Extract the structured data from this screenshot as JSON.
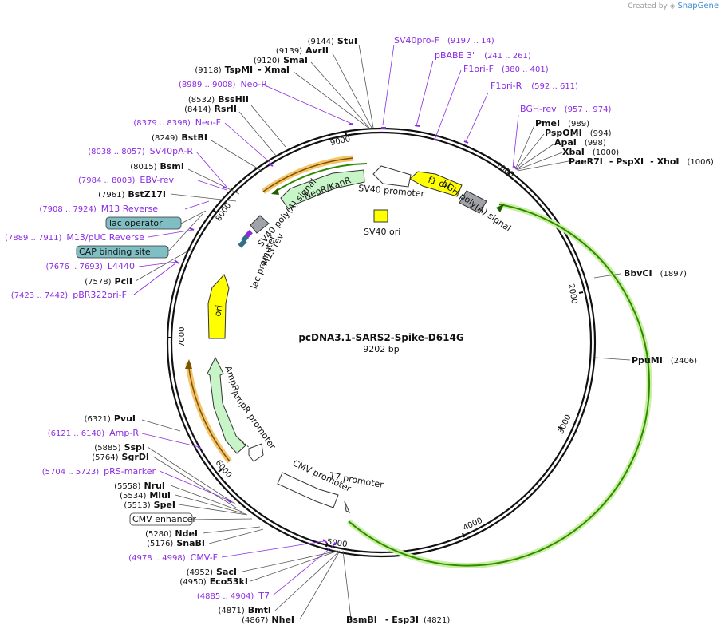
{
  "credit": {
    "prefix": "Created by",
    "brand": "SnapGene"
  },
  "plasmid": {
    "name": "pcDNA3.1-SARS2-Spike-D614G",
    "size_label": "9202 bp"
  },
  "ticks": [
    "1000",
    "2000",
    "3000",
    "4000",
    "5000",
    "6000",
    "7000",
    "8000",
    "9000"
  ],
  "enzymes": [
    {
      "name": "StuI",
      "pos": "(9144)"
    },
    {
      "name": "AvrII",
      "pos": "(9139)"
    },
    {
      "name": "SmaI",
      "pos": "(9120)"
    },
    {
      "name": "TspMI",
      "name2": "XmaI",
      "pos": "(9118)"
    },
    {
      "name": "BssHII",
      "pos": "(8532)"
    },
    {
      "name": "RsrII",
      "pos": "(8414)"
    },
    {
      "name": "BstBI",
      "pos": "(8249)"
    },
    {
      "name": "BsmI",
      "pos": "(8015)"
    },
    {
      "name": "BstZ17I",
      "pos": "(7961)"
    },
    {
      "name": "PciI",
      "pos": "(7578)"
    },
    {
      "name": "PvuI",
      "pos": "(6321)"
    },
    {
      "name": "SspI",
      "pos": "(5885)"
    },
    {
      "name": "SgrDI",
      "pos": "(5764)"
    },
    {
      "name": "NruI",
      "pos": "(5558)"
    },
    {
      "name": "MluI",
      "pos": "(5534)"
    },
    {
      "name": "SpeI",
      "pos": "(5513)"
    },
    {
      "name": "NdeI",
      "pos": "(5280)"
    },
    {
      "name": "SnaBI",
      "pos": "(5176)"
    },
    {
      "name": "SacI",
      "pos": "(4952)"
    },
    {
      "name": "Eco53kI",
      "pos": "(4950)"
    },
    {
      "name": "BmtI",
      "pos": "(4871)"
    },
    {
      "name": "NheI",
      "pos": "(4867)"
    },
    {
      "name": "BsmBI",
      "name2": "Esp3I",
      "pos": "(4821)"
    },
    {
      "name": "PmeI",
      "pos": "(989)"
    },
    {
      "name": "PspOMI",
      "pos": "(994)"
    },
    {
      "name": "ApaI",
      "pos": "(998)"
    },
    {
      "name": "XbaI",
      "pos": "(1000)"
    },
    {
      "name": "PaeR7I",
      "name2": "PspXI",
      "name3": "XhoI",
      "pos": "(1006)"
    },
    {
      "name": "BbvCI",
      "pos": "(1897)"
    },
    {
      "name": "PpuMI",
      "pos": "(2406)"
    }
  ],
  "primers": [
    {
      "name": "SV40pro-F",
      "pos": "(9197 .. 14)"
    },
    {
      "name": "pBABE 3'",
      "pos": "(241 .. 261)"
    },
    {
      "name": "F1ori-F",
      "pos": "(380 .. 401)"
    },
    {
      "name": "F1ori-R",
      "pos": "(592 .. 611)"
    },
    {
      "name": "BGH-rev",
      "pos": "(957 .. 974)"
    },
    {
      "name": "Neo-R",
      "pos": "(8989 .. 9008)"
    },
    {
      "name": "Neo-F",
      "pos": "(8379 .. 8398)"
    },
    {
      "name": "SV40pA-R",
      "pos": "(8038 .. 8057)"
    },
    {
      "name": "EBV-rev",
      "pos": "(7984 .. 8003)"
    },
    {
      "name": "M13 Reverse",
      "pos": "(7908 .. 7924)"
    },
    {
      "name": "M13/pUC Reverse",
      "pos": "(7889 .. 7911)"
    },
    {
      "name": "L4440",
      "pos": "(7676 .. 7693)"
    },
    {
      "name": "pBR322ori-F",
      "pos": "(7423 .. 7442)"
    },
    {
      "name": "Amp-R",
      "pos": "(6121 .. 6140)"
    },
    {
      "name": "pRS-marker",
      "pos": "(5704 .. 5723)"
    },
    {
      "name": "CMV-F",
      "pos": "(4978 .. 4998)"
    },
    {
      "name": "T7",
      "pos": "(4885 .. 4904)"
    }
  ],
  "boxed_features": [
    "lac operator",
    "CAP binding site",
    "CMV enhancer"
  ],
  "features": [
    "f1 ori",
    "SV40 promoter",
    "bGH poly(A) signal",
    "SV40 ori",
    "NeoR/KanR",
    "SV40 poly(A) signal",
    "M13 rev",
    "lac promoter",
    "ori",
    "AmpR",
    "AmpR promoter",
    "CMV promoter",
    "T7 promoter"
  ],
  "colors": {
    "primer": "#8a2be2",
    "spike_orf": "#2e8b00",
    "spike_halo": "#c8f0a0",
    "f1_ori": "#ffff00",
    "neo": "#c8f5c8",
    "ori": "#ffff00",
    "amp": "#c8f5c8",
    "orf_halo": "#f5c36a",
    "grey_feature": "#a0a4a8",
    "boxtag_teal": "#7fbfc4"
  }
}
